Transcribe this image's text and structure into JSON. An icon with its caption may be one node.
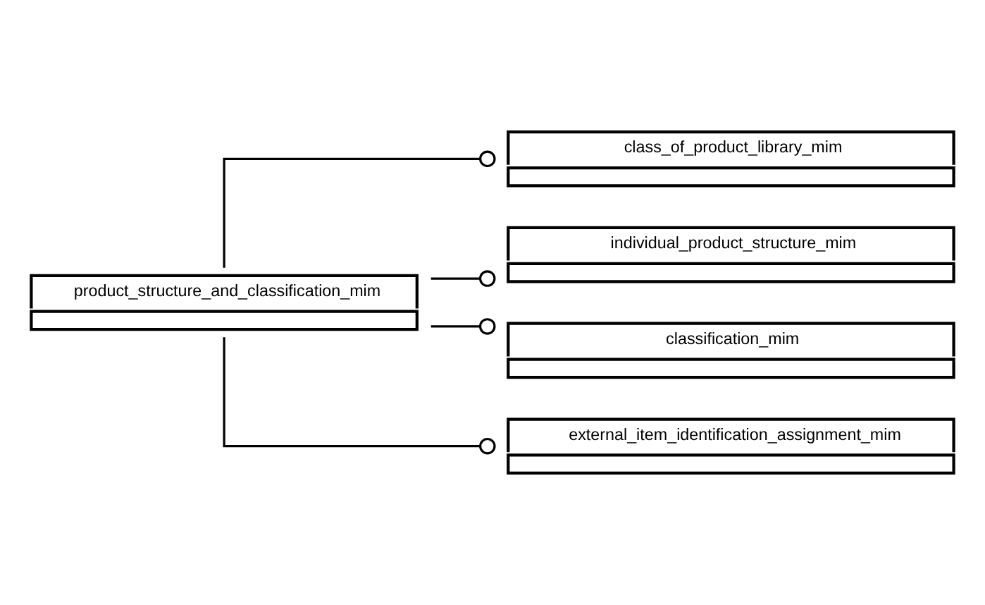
{
  "diagram": {
    "nodes": [
      {
        "text": [
          "product_structure_and_classification_mim"
        ]
      },
      {
        "text": [
          "class_of_product_library_mim"
        ]
      },
      {
        "text": [
          "individual_product_structure_mim"
        ]
      },
      {
        "text": [
          "classification_mim"
        ]
      },
      {
        "text": [
          "external_item_identification_assignment_mim"
        ]
      }
    ],
    "edges": [
      {
        "from": 0,
        "to": 1,
        "arrow": "other"
      },
      {
        "from": 0,
        "to": 2,
        "arrow": "other"
      },
      {
        "from": 0,
        "to": 3,
        "arrow": "other"
      },
      {
        "from": 0,
        "to": 4,
        "arrow": "other"
      }
    ]
  }
}
